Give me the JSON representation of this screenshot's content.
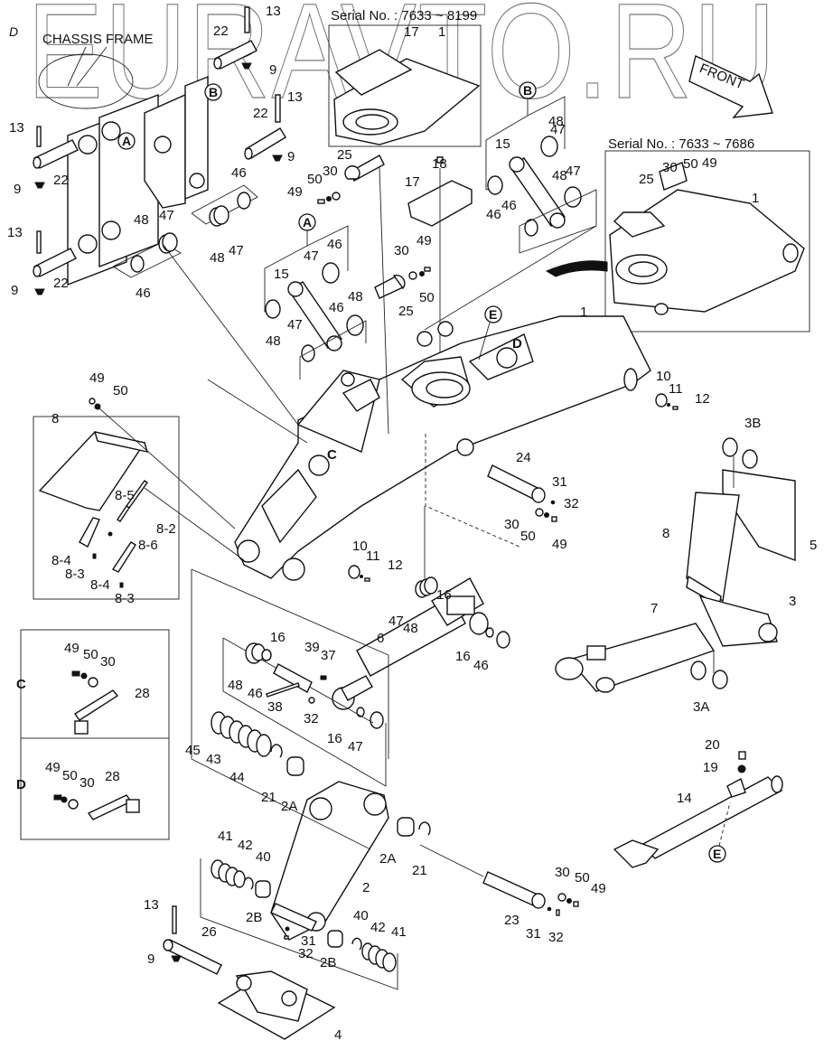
{
  "diagram": {
    "watermark": "EURAVTO.RU",
    "title_chassis": "CHASSIS FRAME",
    "serial_top": "Serial No. : 7633 ~ 8199",
    "serial_right": "Serial No. : 7633 ~ 7686",
    "front_arrow": "FRONT",
    "corner_mark": "D",
    "callouts": {
      "A_top": "A",
      "B_top": "B",
      "A_link": "A",
      "B_link": "B",
      "E_boom": "E",
      "E_foot": "E",
      "C_boom": "C",
      "D_boom": "D"
    },
    "labels": [
      {
        "id": "l13a",
        "text": "13"
      },
      {
        "id": "l22a",
        "text": "22"
      },
      {
        "id": "l9a",
        "text": "9"
      },
      {
        "id": "l13b",
        "text": "13"
      },
      {
        "id": "l22b",
        "text": "22"
      },
      {
        "id": "l9b",
        "text": "9"
      },
      {
        "id": "l13c",
        "text": "13"
      },
      {
        "id": "l22c",
        "text": "22"
      },
      {
        "id": "l9c",
        "text": "9"
      },
      {
        "id": "l13d",
        "text": "13"
      },
      {
        "id": "l22d",
        "text": "22"
      },
      {
        "id": "l9d",
        "text": "9"
      },
      {
        "id": "l46a",
        "text": "46"
      },
      {
        "id": "l48a",
        "text": "48"
      },
      {
        "id": "l47a",
        "text": "47"
      },
      {
        "id": "l46b",
        "text": "46"
      },
      {
        "id": "l48b",
        "text": "48"
      },
      {
        "id": "l47b",
        "text": "47"
      },
      {
        "id": "l17a",
        "text": "17"
      },
      {
        "id": "l1a",
        "text": "1"
      },
      {
        "id": "l25a",
        "text": "25"
      },
      {
        "id": "l30a",
        "text": "30"
      },
      {
        "id": "l50a",
        "text": "50"
      },
      {
        "id": "l49a",
        "text": "49"
      },
      {
        "id": "l17b",
        "text": "17"
      },
      {
        "id": "l18",
        "text": "18"
      },
      {
        "id": "l30b",
        "text": "30"
      },
      {
        "id": "l49b",
        "text": "49"
      },
      {
        "id": "l50b",
        "text": "50"
      },
      {
        "id": "l25b",
        "text": "25"
      },
      {
        "id": "l47c",
        "text": "47"
      },
      {
        "id": "l46c",
        "text": "46"
      },
      {
        "id": "l15a",
        "text": "15"
      },
      {
        "id": "l48c",
        "text": "48"
      },
      {
        "id": "l46d",
        "text": "46"
      },
      {
        "id": "l48d",
        "text": "48"
      },
      {
        "id": "l47d",
        "text": "47"
      },
      {
        "id": "l15b",
        "text": "15"
      },
      {
        "id": "l47e",
        "text": "47"
      },
      {
        "id": "l48e",
        "text": "48"
      },
      {
        "id": "l46e",
        "text": "46"
      },
      {
        "id": "l46f",
        "text": "46"
      },
      {
        "id": "l48f",
        "text": "48"
      },
      {
        "id": "l47f",
        "text": "47"
      },
      {
        "id": "l25c",
        "text": "25"
      },
      {
        "id": "l30c",
        "text": "30"
      },
      {
        "id": "l50c",
        "text": "50"
      },
      {
        "id": "l49c",
        "text": "49"
      },
      {
        "id": "l1b",
        "text": "1"
      },
      {
        "id": "l1c",
        "text": "1"
      },
      {
        "id": "l10a",
        "text": "10"
      },
      {
        "id": "l11a",
        "text": "11"
      },
      {
        "id": "l12a",
        "text": "12"
      },
      {
        "id": "l49d",
        "text": "49"
      },
      {
        "id": "l50d",
        "text": "50"
      },
      {
        "id": "l8",
        "text": "8"
      },
      {
        "id": "l8_5",
        "text": "8-5"
      },
      {
        "id": "l8_2",
        "text": "8-2"
      },
      {
        "id": "l8_6",
        "text": "8-6"
      },
      {
        "id": "l8_4a",
        "text": "8-4"
      },
      {
        "id": "l8_3a",
        "text": "8-3"
      },
      {
        "id": "l8_4b",
        "text": "8-4"
      },
      {
        "id": "l8_3b",
        "text": "8-3"
      },
      {
        "id": "l24",
        "text": "24"
      },
      {
        "id": "l31a",
        "text": "31"
      },
      {
        "id": "l32a",
        "text": "32"
      },
      {
        "id": "l30d",
        "text": "30"
      },
      {
        "id": "l50e",
        "text": "50"
      },
      {
        "id": "l49e",
        "text": "49"
      },
      {
        "id": "l10b",
        "text": "10"
      },
      {
        "id": "l11b",
        "text": "11"
      },
      {
        "id": "l12b",
        "text": "12"
      },
      {
        "id": "l3B",
        "text": "3B"
      },
      {
        "id": "l8r",
        "text": "8"
      },
      {
        "id": "l5",
        "text": "5"
      },
      {
        "id": "l3",
        "text": "3"
      },
      {
        "id": "l7",
        "text": "7"
      },
      {
        "id": "l3A",
        "text": "3A"
      },
      {
        "id": "l16a",
        "text": "16"
      },
      {
        "id": "l47g",
        "text": "47"
      },
      {
        "id": "l48g",
        "text": "48"
      },
      {
        "id": "l6",
        "text": "6"
      },
      {
        "id": "l16b",
        "text": "16"
      },
      {
        "id": "l46g",
        "text": "46"
      },
      {
        "id": "l16c",
        "text": "16"
      },
      {
        "id": "l39",
        "text": "39"
      },
      {
        "id": "l37",
        "text": "37"
      },
      {
        "id": "l48h",
        "text": "48"
      },
      {
        "id": "l46h",
        "text": "46"
      },
      {
        "id": "l38",
        "text": "38"
      },
      {
        "id": "l32b",
        "text": "32"
      },
      {
        "id": "l16d",
        "text": "16"
      },
      {
        "id": "l47h",
        "text": "47"
      },
      {
        "id": "l49f",
        "text": "49"
      },
      {
        "id": "l50f",
        "text": "50"
      },
      {
        "id": "l30e",
        "text": "30"
      },
      {
        "id": "l28a",
        "text": "28"
      },
      {
        "id": "l49g",
        "text": "49"
      },
      {
        "id": "l50g",
        "text": "50"
      },
      {
        "id": "l30f",
        "text": "30"
      },
      {
        "id": "l28b",
        "text": "28"
      },
      {
        "id": "l45",
        "text": "45"
      },
      {
        "id": "l43",
        "text": "43"
      },
      {
        "id": "l44",
        "text": "44"
      },
      {
        "id": "l21a",
        "text": "21"
      },
      {
        "id": "l2Aa",
        "text": "2A"
      },
      {
        "id": "l2Ab",
        "text": "2A"
      },
      {
        "id": "l21b",
        "text": "21"
      },
      {
        "id": "l2",
        "text": "2"
      },
      {
        "id": "l41a",
        "text": "41"
      },
      {
        "id": "l42a",
        "text": "42"
      },
      {
        "id": "l40a",
        "text": "40"
      },
      {
        "id": "l2Ba",
        "text": "2B"
      },
      {
        "id": "l31b",
        "text": "31"
      },
      {
        "id": "l32c",
        "text": "32"
      },
      {
        "id": "l2Bb",
        "text": "2B"
      },
      {
        "id": "l40b",
        "text": "40"
      },
      {
        "id": "l42b",
        "text": "42"
      },
      {
        "id": "l41b",
        "text": "41"
      },
      {
        "id": "l13e",
        "text": "13"
      },
      {
        "id": "l26",
        "text": "26"
      },
      {
        "id": "l9e",
        "text": "9"
      },
      {
        "id": "l4",
        "text": "4"
      },
      {
        "id": "l20",
        "text": "20"
      },
      {
        "id": "l19",
        "text": "19"
      },
      {
        "id": "l14",
        "text": "14"
      },
      {
        "id": "l23",
        "text": "23"
      },
      {
        "id": "l30g",
        "text": "30"
      },
      {
        "id": "l50h",
        "text": "50"
      },
      {
        "id": "l49h",
        "text": "49"
      },
      {
        "id": "l31c",
        "text": "31"
      },
      {
        "id": "l32d",
        "text": "32"
      }
    ],
    "inset_C_letter": "C",
    "inset_D_letter": "D"
  }
}
